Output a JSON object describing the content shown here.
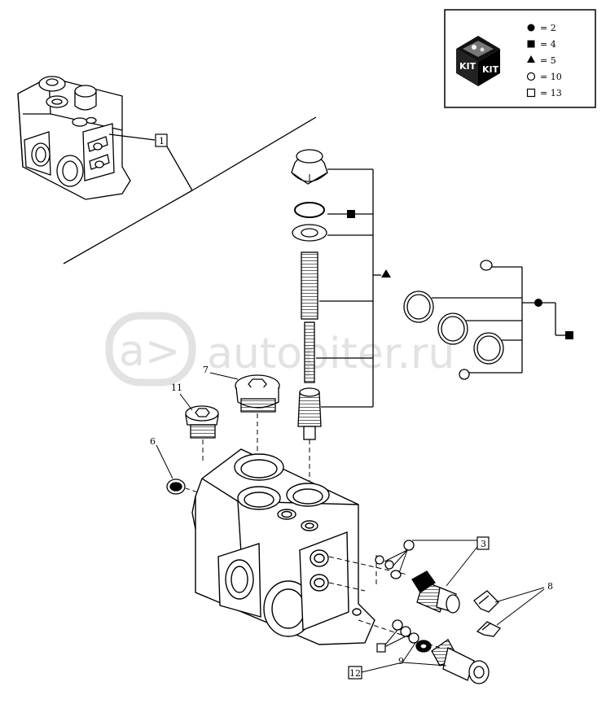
{
  "watermark": {
    "text": "autopiter.ru",
    "logo": "a>"
  },
  "kit_legend": {
    "label": "KIT",
    "entries": [
      {
        "symbol": "filled-circle",
        "text": "= 2"
      },
      {
        "symbol": "filled-square",
        "text": "= 4"
      },
      {
        "symbol": "filled-triangle",
        "text": "= 5"
      },
      {
        "symbol": "open-circle",
        "text": "= 10"
      },
      {
        "symbol": "open-square",
        "text": "= 13"
      }
    ]
  },
  "callouts": {
    "c1": "1",
    "c3": "3",
    "c6": "6",
    "c7": "7",
    "c8": "8",
    "c9": "9",
    "c11": "11",
    "c12": "12"
  }
}
